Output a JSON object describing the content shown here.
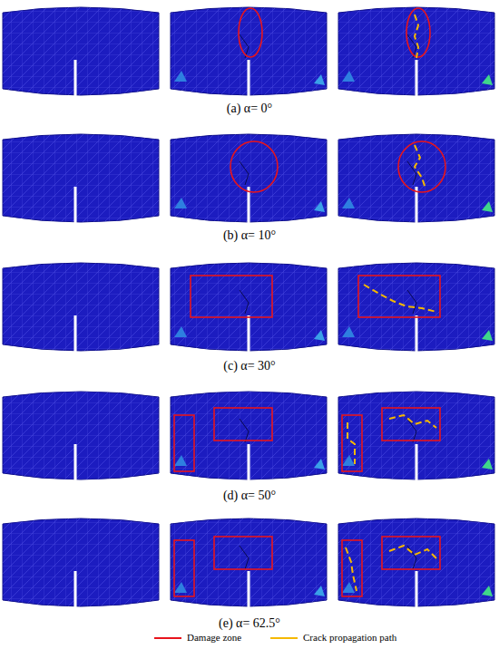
{
  "diagram": {
    "labels": [
      "(a) α= 0°",
      "(b) α= 10°",
      "(c) α= 30°",
      "(d) α= 50°",
      "(e) α= 62.5°"
    ],
    "legend": [
      {
        "text": "Damage zone"
      },
      {
        "text": "Crack propagation path"
      }
    ]
  }
}
